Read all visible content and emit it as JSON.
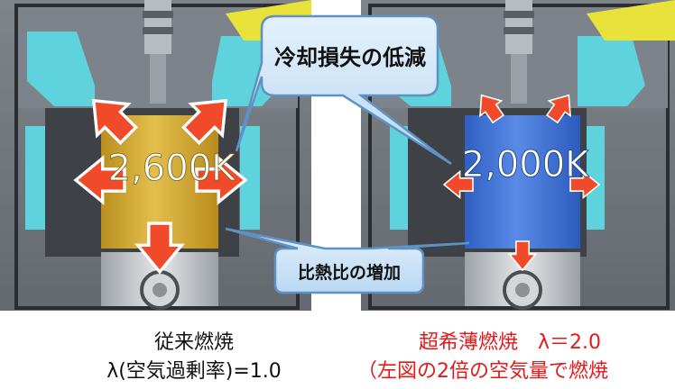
{
  "callouts": {
    "top": "冷却損失の低減",
    "bottom": "比熱比の増加"
  },
  "left_engine": {
    "temperature": "2,600K",
    "caption_line1": "従来燃焼",
    "caption_line2": "λ(空気過剰率)=1.0"
  },
  "right_engine": {
    "temperature": "2,000K",
    "caption_line1": "超希薄燃焼　λ＝2.0",
    "caption_line2": "（左図の2倍の空気量で燃焼"
  },
  "colors": {
    "hot_gas": "#d4a82e",
    "cool_gas": "#3f73d8",
    "coolant": "#5fd3dd",
    "arrow": "#f04a2a",
    "right_caption": "#e21a1a",
    "bubble_fill": "#cfe6f8",
    "bubble_stroke": "#5f92c4"
  }
}
